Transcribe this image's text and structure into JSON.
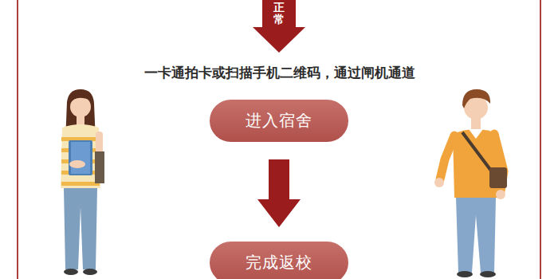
{
  "diagram": {
    "nodes": [
      {
        "text": [
          "进入宿舍"
        ]
      },
      {
        "text": [
          "完成返校"
        ]
      }
    ],
    "edges": [
      {
        "from": 0,
        "to": 1,
        "arrow": "to"
      }
    ],
    "labels": [
      "正常",
      "一卡通拍卡或扫描手机二维码，通过闸机通道"
    ]
  }
}
